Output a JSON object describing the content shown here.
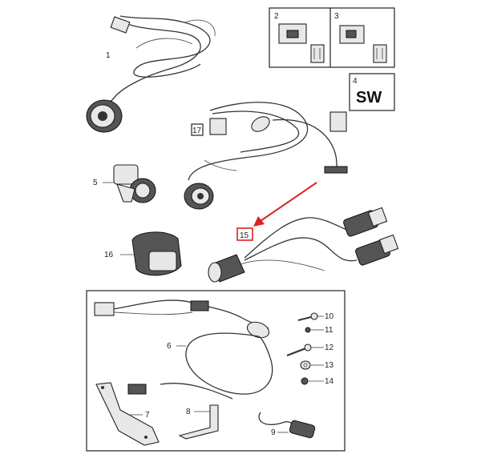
{
  "callouts": {
    "c1": "1",
    "c2": "2",
    "c3": "3",
    "c4": "4",
    "c5": "5",
    "c6": "6",
    "c7": "7",
    "c8": "8",
    "c9": "9",
    "c10": "10",
    "c11": "11",
    "c12": "12",
    "c13": "13",
    "c14": "14",
    "c15": "15",
    "c16": "16",
    "c17": "17"
  },
  "sw_label": "SW",
  "colors": {
    "highlight": "#e02020",
    "line": "#222222"
  }
}
